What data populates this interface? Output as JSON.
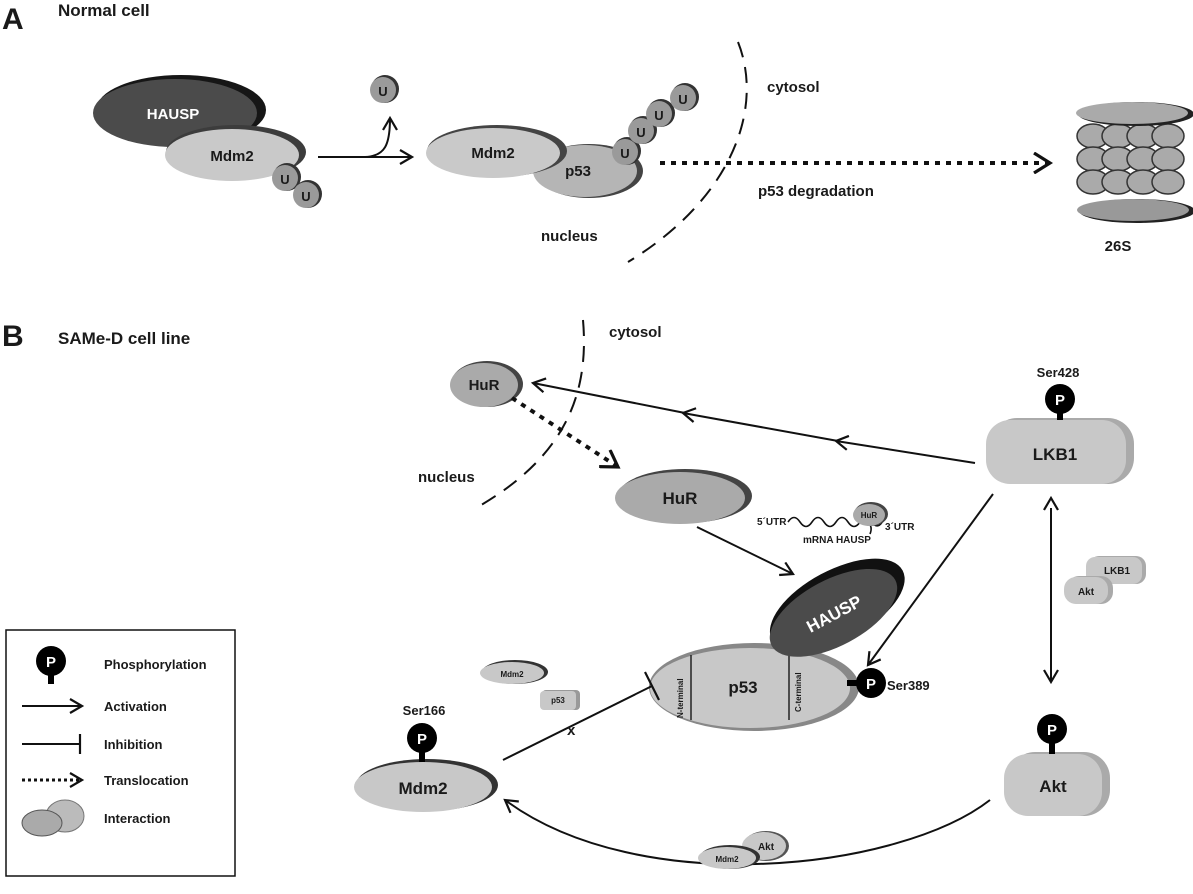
{
  "panel_a": {
    "letter": "A",
    "title": "Normal cell",
    "hausp": "HAUSP",
    "mdm2": "Mdm2",
    "mdm2_b": "Mdm2",
    "p53": "p53",
    "ub": "U",
    "cytosol": "cytosol",
    "nucleus": "nucleus",
    "degradation": "p53 degradation",
    "proteasome": "26S"
  },
  "panel_b": {
    "letter": "B",
    "title": "SAMe-D cell line",
    "cytosol": "cytosol",
    "nucleus": "nucleus",
    "hur_cyto": "HuR",
    "hur_nuc": "HuR",
    "hur_small": "HuR",
    "utr5": "5´UTR",
    "utr3": "3´UTR",
    "mrna": "mRNA HAUSP",
    "hausp": "HAUSP",
    "p53": "p53",
    "n_terminal": "N-terminal",
    "c_terminal": "C-terminal",
    "ser389": "Ser389",
    "lkb1": "LKB1",
    "ser428": "Ser428",
    "akt": "Akt",
    "mdm2": "Mdm2",
    "ser166": "Ser166",
    "p": "P",
    "complex_lkb1": "LKB1",
    "complex_akt": "Akt",
    "complex_mdm2_p53_a": "Mdm2",
    "complex_mdm2_p53_b": "p53",
    "complex_mdm2_akt_a": "Mdm2",
    "complex_mdm2_akt_b": "Akt",
    "blocked": "x"
  },
  "legend": {
    "p": "P",
    "phosphorylation": "Phosphorylation",
    "activation": "Activation",
    "inhibition": "Inhibition",
    "translocation": "Translocation",
    "interaction": "Interaction"
  }
}
